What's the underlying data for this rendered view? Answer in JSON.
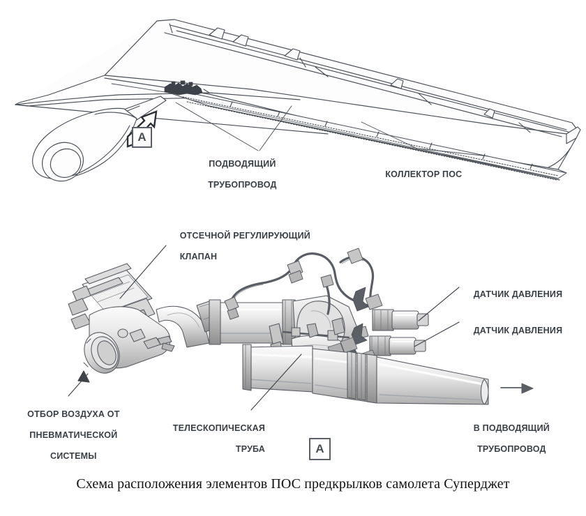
{
  "figure": {
    "caption": "Схема расположения элементов ПОС предкрылков самолета Суперджет",
    "colors": {
      "line": "#4a4f56",
      "label_text": "#3a3f45",
      "caption_text": "#111111",
      "fill_light": "#f2f2f2",
      "fill_mid": "#d8d8d8",
      "fill_dark": "#b4b4b4",
      "background": "#ffffff"
    }
  },
  "upper_view": {
    "name": "wing-overview",
    "detail_marker": "A",
    "callouts": [
      {
        "id": "supply-pipeline",
        "lines": [
          "ПОДВОДЯЩИЙ",
          "ТРУБОПРОВОД"
        ]
      },
      {
        "id": "anti-ice-manifold",
        "lines": [
          "КОЛЛЕКТОР ПОС"
        ]
      }
    ]
  },
  "lower_view": {
    "name": "detail-a-assembly",
    "detail_marker": "A",
    "callouts": [
      {
        "id": "shutoff-regulating-valve",
        "lines": [
          "ОТСЕЧНОЙ РЕГУЛИРУЮЩИЙ",
          "КЛАПАН"
        ]
      },
      {
        "id": "pressure-sensor-upper",
        "lines": [
          "ДАТЧИК ДАВЛЕНИЯ"
        ]
      },
      {
        "id": "pressure-sensor-lower",
        "lines": [
          "ДАТЧИК ДАВЛЕНИЯ"
        ]
      },
      {
        "id": "bleed-air-from-pneumatic-system",
        "lines": [
          "ОТБОР ВОЗДУХА ОТ",
          "ПНЕВМАТИЧЕСКОЙ",
          "СИСТЕМЫ"
        ]
      },
      {
        "id": "telescopic-tube",
        "lines": [
          "ТЕЛЕСКОПИЧЕСКАЯ",
          "ТРУБА"
        ]
      },
      {
        "id": "to-supply-pipeline",
        "lines": [
          "В ПОДВОДЯЩИЙ",
          "ТРУБОПРОВОД"
        ]
      }
    ]
  }
}
